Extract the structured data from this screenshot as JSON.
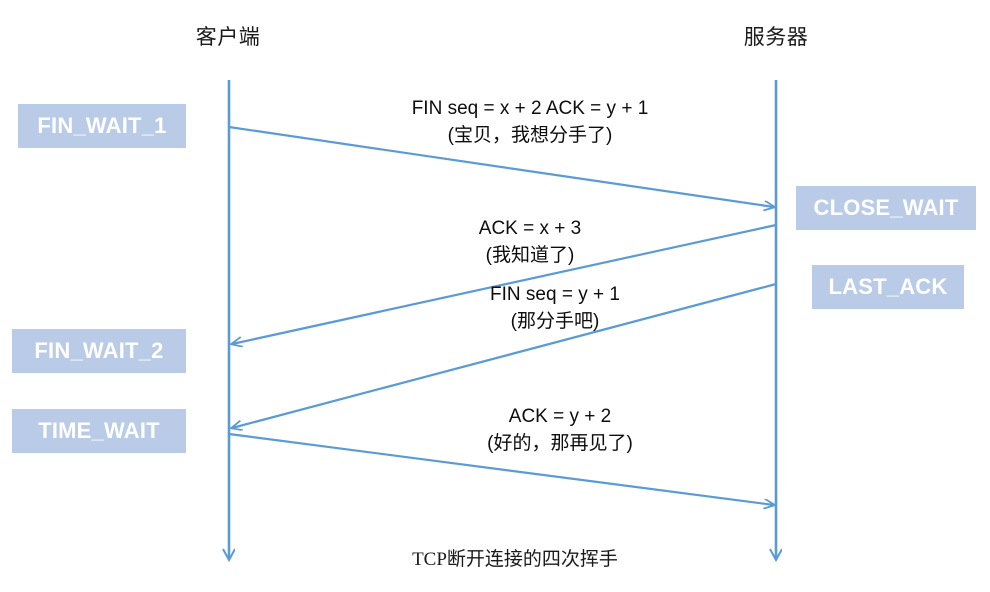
{
  "diagram": {
    "caption": "TCP断开连接的四次挥手",
    "colors": {
      "line": "#5b9bd5",
      "state_box_fill": "#b9cbe6",
      "state_box_text": "#ffffff",
      "text": "#0d0d0d",
      "background": "#ffffff"
    },
    "actors": [
      {
        "id": "client",
        "label": "客户端"
      },
      {
        "id": "server",
        "label": "服务器"
      }
    ],
    "states": [
      {
        "id": "fin-wait-1",
        "label": "FIN_WAIT_1",
        "side": "client"
      },
      {
        "id": "fin-wait-2",
        "label": "FIN_WAIT_2",
        "side": "client"
      },
      {
        "id": "time-wait",
        "label": "TIME_WAIT",
        "side": "client"
      },
      {
        "id": "close-wait",
        "label": "CLOSE_WAIT",
        "side": "server"
      },
      {
        "id": "last-ack",
        "label": "LAST_ACK",
        "side": "server"
      }
    ],
    "messages": [
      {
        "id": "msg-1",
        "direction": "client-to-server",
        "header": "FIN seq = x + 2 ACK = y + 1",
        "note": "(宝贝，我想分手了)"
      },
      {
        "id": "msg-2",
        "direction": "server-to-client",
        "header": "ACK = x + 3",
        "note": "(我知道了)"
      },
      {
        "id": "msg-3",
        "direction": "server-to-client",
        "header": "FIN seq = y + 1",
        "note": "(那分手吧)"
      },
      {
        "id": "msg-4",
        "direction": "client-to-server",
        "header": "ACK = y + 2",
        "note": "(好的，那再见了)"
      }
    ]
  }
}
